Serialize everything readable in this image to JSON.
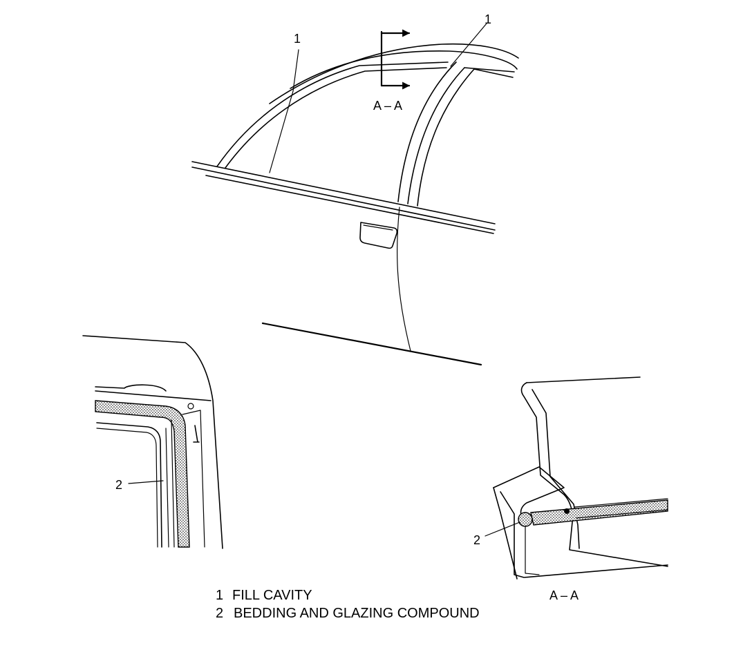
{
  "callouts": {
    "top_left_number": "1",
    "top_right_number": "1",
    "detail_left_number": "2",
    "detail_right_number": "2"
  },
  "section_marker": {
    "label": "A – A"
  },
  "section_view": {
    "label": "A – A"
  },
  "legend": {
    "items": [
      {
        "number": "1",
        "text": "FILL CAVITY"
      },
      {
        "number": "2",
        "text": "BEDDING AND GLAZING COMPOUND"
      }
    ]
  }
}
